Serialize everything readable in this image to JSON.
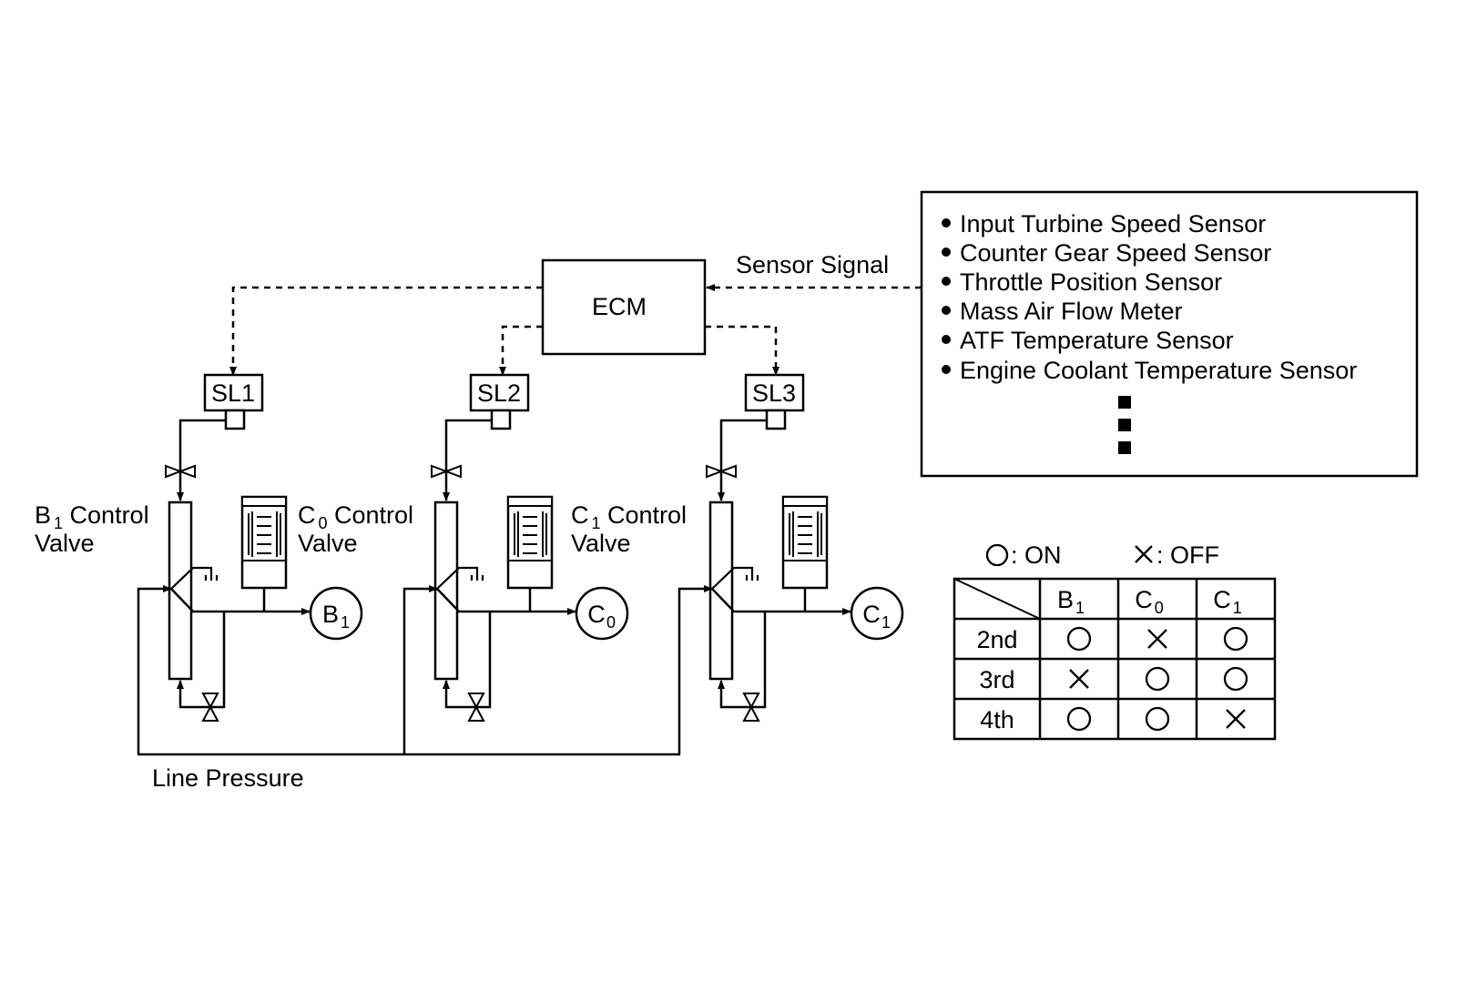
{
  "ecm": {
    "label": "ECM"
  },
  "sensor_signal": "Sensor Signal",
  "sensor_list": [
    "Input Turbine Speed Sensor",
    "Counter Gear Speed Sensor",
    "Throttle Position Sensor",
    "Mass Air Flow Meter",
    "ATF Temperature Sensor",
    "Engine Coolant Temperature Sensor"
  ],
  "solenoids": [
    "SL1",
    "SL2",
    "SL3"
  ],
  "valves": [
    {
      "letter": "B",
      "sub": "1",
      "word": " Control",
      "line2": "Valve"
    },
    {
      "letter": "C",
      "sub": "0",
      "word": " Control",
      "line2": "Valve"
    },
    {
      "letter": "C",
      "sub": "1",
      "word": " Control",
      "line2": "Valve"
    }
  ],
  "outputs": [
    {
      "letter": "B",
      "sub": "1"
    },
    {
      "letter": "C",
      "sub": "0"
    },
    {
      "letter": "C",
      "sub": "1"
    }
  ],
  "line_pressure": "Line Pressure",
  "legend": {
    "on_label": ": ON",
    "off_label": ": OFF"
  },
  "table": {
    "columns": [
      {
        "letter": "B",
        "sub": "1"
      },
      {
        "letter": "C",
        "sub": "0"
      },
      {
        "letter": "C",
        "sub": "1"
      }
    ],
    "rows": [
      {
        "label": "2nd",
        "values": [
          "ON",
          "OFF",
          "ON"
        ]
      },
      {
        "label": "3rd",
        "values": [
          "OFF",
          "ON",
          "ON"
        ]
      },
      {
        "label": "4th",
        "values": [
          "ON",
          "ON",
          "OFF"
        ]
      }
    ]
  }
}
